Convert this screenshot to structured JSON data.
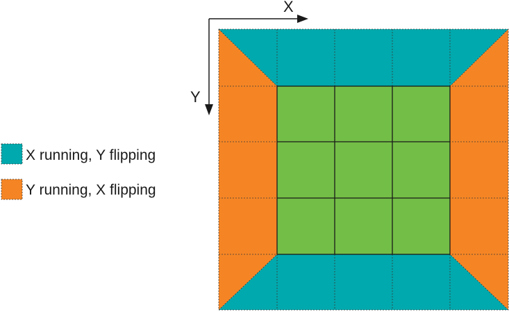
{
  "axes": {
    "x_label": "X",
    "y_label": "Y"
  },
  "legend": [
    {
      "label": "X running, Y flipping",
      "color": "#00a9ad"
    },
    {
      "label": "Y running, X flipping",
      "color": "#f58524"
    }
  ],
  "colors": {
    "teal": "#00a9ad",
    "orange": "#f58524",
    "green": "#73be47",
    "grid_dashed": "#3a3a3a",
    "grid_solid": "#1a1a1a",
    "arrow": "#1a1a1a"
  },
  "grid": {
    "columns": 5,
    "rows": 5,
    "inner_region": "3x3 center cells"
  }
}
